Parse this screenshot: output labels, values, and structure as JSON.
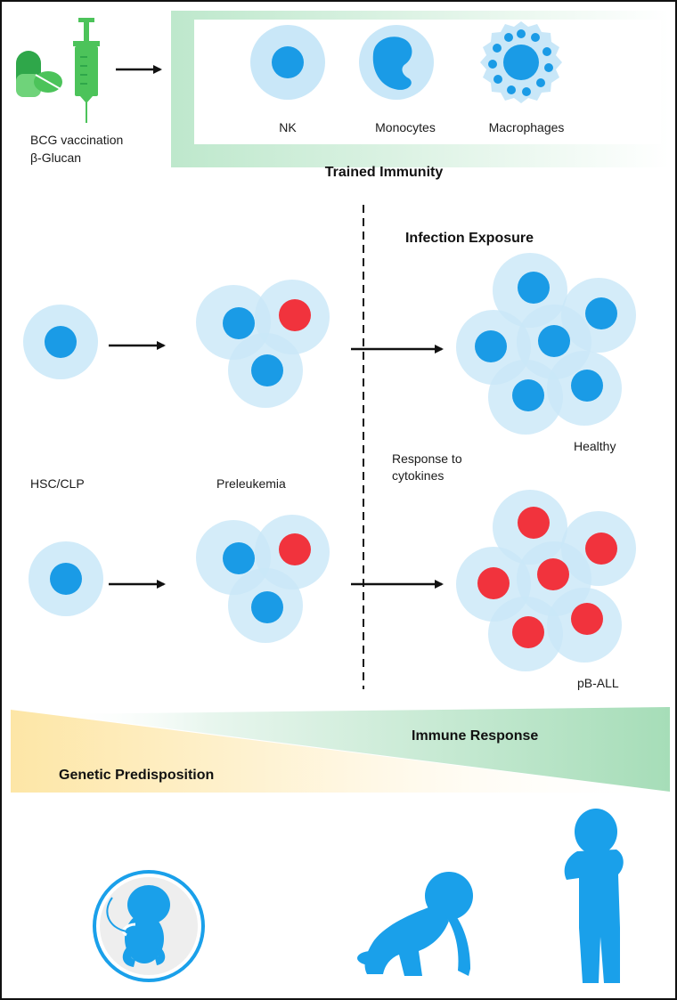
{
  "top": {
    "stimulus_line1": "BCG vaccination",
    "stimulus_line2": "β-Glucan",
    "cells": [
      "NK",
      "Monocytes",
      "Macrophages"
    ],
    "title": "Trained Immunity"
  },
  "middle": {
    "infection_title": "Infection Exposure",
    "hsc_label": "HSC/CLP",
    "preleukemia_label": "Preleukemia",
    "response_line1": "Response to",
    "response_line2": "cytokines",
    "healthy_label": "Healthy",
    "pball_label": "pB-ALL"
  },
  "gradients": {
    "immune_response": "Immune Response",
    "genetic_predisposition": "Genetic Predisposition"
  },
  "colors": {
    "nucleus_blue": "#1a9be6",
    "cell_halo": "#c9e7f8",
    "leukemic_red": "#f1333d",
    "syringe_green": "#4cc35a",
    "silhouette_blue": "#1aa0ea"
  }
}
